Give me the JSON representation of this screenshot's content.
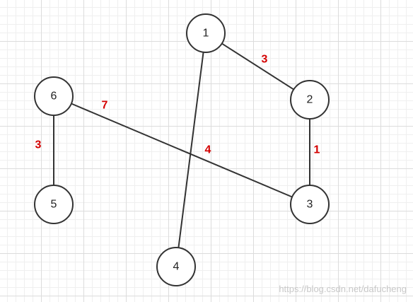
{
  "colors": {
    "node_stroke": "#333333",
    "edge": "#333333",
    "weight": "#d40000",
    "grid": "#dcdcdc"
  },
  "nodes": [
    {
      "id": "1",
      "label": "1"
    },
    {
      "id": "2",
      "label": "2"
    },
    {
      "id": "3",
      "label": "3"
    },
    {
      "id": "4",
      "label": "4"
    },
    {
      "id": "5",
      "label": "5"
    },
    {
      "id": "6",
      "label": "6"
    }
  ],
  "edges": [
    {
      "from": "1",
      "to": "2",
      "weight": "3"
    },
    {
      "from": "2",
      "to": "3",
      "weight": "1"
    },
    {
      "from": "1",
      "to": "4",
      "weight": ""
    },
    {
      "from": "6",
      "to": "3",
      "weight": "4"
    },
    {
      "from": "6",
      "to": "5",
      "weight": "3"
    }
  ],
  "extra_labels": [
    {
      "id": "weight-7",
      "text": "7"
    }
  ],
  "watermark": "https://blog.csdn.net/dafucheng"
}
